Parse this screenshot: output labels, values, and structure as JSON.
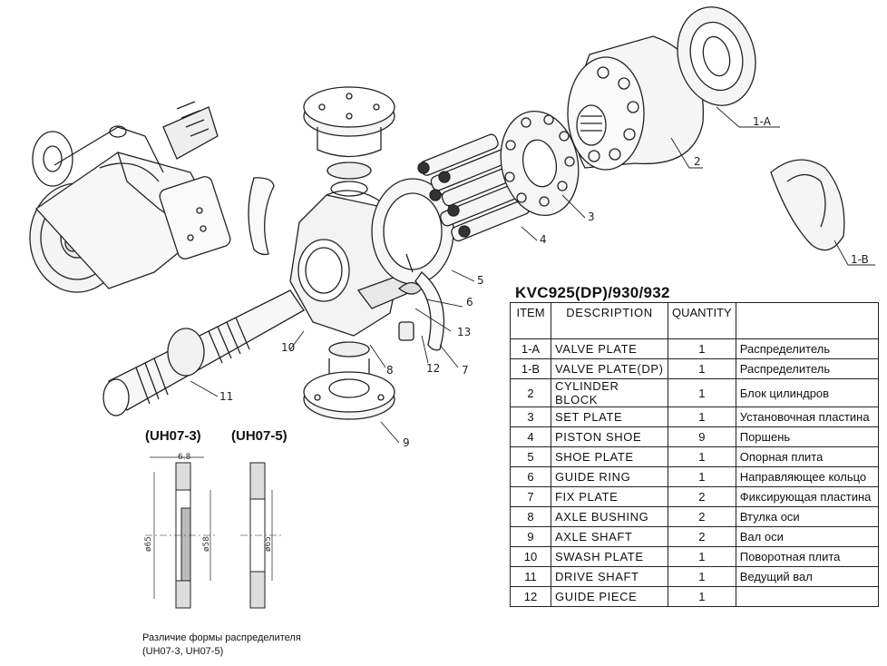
{
  "model_title": "KVC925(DP)/930/932",
  "table": {
    "headers": {
      "item": "ITEM",
      "description": "DESCRIPTION",
      "quantity": "QUANTITY",
      "russian": ""
    },
    "rows": [
      {
        "item": "1-A",
        "description": "VALVE PLATE",
        "quantity": "1",
        "russian": "Распределитель"
      },
      {
        "item": "1-B",
        "description": "VALVE PLATE(DP)",
        "quantity": "1",
        "russian": "Распределитель"
      },
      {
        "item": "2",
        "description": "CYLINDER BLOCK",
        "quantity": "1",
        "russian": "Блок цилиндров"
      },
      {
        "item": "3",
        "description": "SET PLATE",
        "quantity": "1",
        "russian": "Установочная пластина"
      },
      {
        "item": "4",
        "description": "PISTON SHOE",
        "quantity": "9",
        "russian": "Поршень"
      },
      {
        "item": "5",
        "description": "SHOE PLATE",
        "quantity": "1",
        "russian": "Опорная плита"
      },
      {
        "item": "6",
        "description": "GUIDE RING",
        "quantity": "1",
        "russian": "Направляющее кольцо"
      },
      {
        "item": "7",
        "description": "FIX PLATE",
        "quantity": "2",
        "russian": "Фиксирующая пластина"
      },
      {
        "item": "8",
        "description": "AXLE BUSHING",
        "quantity": "2",
        "russian": "Втулка оси"
      },
      {
        "item": "9",
        "description": "AXLE SHAFT",
        "quantity": "2",
        "russian": "Вал оси"
      },
      {
        "item": "10",
        "description": "SWASH PLATE",
        "quantity": "1",
        "russian": "Поворотная плита"
      },
      {
        "item": "11",
        "description": "DRIVE SHAFT",
        "quantity": "1",
        "russian": "Ведущий вал"
      },
      {
        "item": "12",
        "description": "GUIDE PIECE",
        "quantity": "1",
        "russian": ""
      }
    ]
  },
  "callouts": {
    "c1a": "1-A",
    "c1b": "1-B",
    "c2": "2",
    "c3": "3",
    "c4": "4",
    "c5": "5",
    "c6": "6",
    "c7": "7",
    "c8": "8",
    "c9": "9",
    "c10": "10",
    "c11": "11",
    "c12": "12",
    "c13": "13"
  },
  "variants": {
    "left_label": "(UH07-3)",
    "right_label": "(UH07-5)",
    "dims": {
      "thickness": "6.8",
      "outer_left": "ø65",
      "inner_left": "ø58",
      "outer_right": "ø65"
    }
  },
  "caption": {
    "line1": "Различие формы распределителя",
    "line2": "(UH07-3, UH07-5)"
  }
}
